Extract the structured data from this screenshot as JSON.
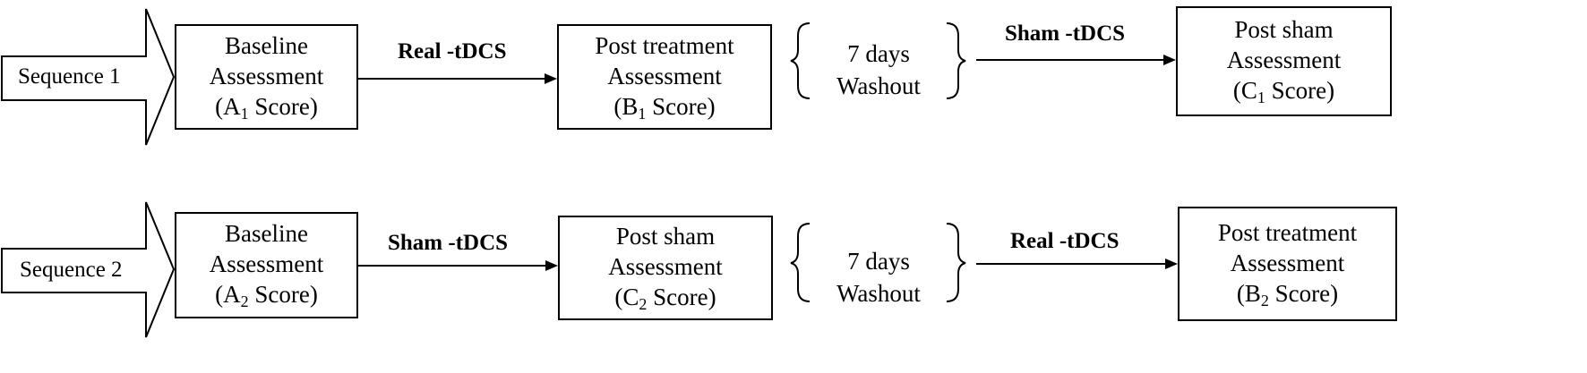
{
  "sequences": [
    {
      "label": "Sequence 1",
      "baseline": {
        "line1": "Baseline",
        "line2": "Assessment",
        "score_prefix": "(A",
        "score_sub": "1",
        "score_suffix": " Score)"
      },
      "first_arrow_label": "Real -tDCS",
      "middle": {
        "line1": "Post treatment",
        "line2": "Assessment",
        "score_prefix": "(B",
        "score_sub": "1",
        "score_suffix": " Score)"
      },
      "washout": {
        "line1": "7 days",
        "line2": "Washout"
      },
      "second_arrow_label": "Sham -tDCS",
      "final": {
        "line1": "Post sham",
        "line2": "Assessment",
        "score_prefix": "(C",
        "score_sub": "1",
        "score_suffix": " Score)"
      }
    },
    {
      "label": "Sequence 2",
      "baseline": {
        "line1": "Baseline",
        "line2": "Assessment",
        "score_prefix": "(A",
        "score_sub": "2",
        "score_suffix": " Score)"
      },
      "first_arrow_label": "Sham -tDCS",
      "middle": {
        "line1": "Post sham",
        "line2": "Assessment",
        "score_prefix": "(C",
        "score_sub": "2",
        "score_suffix": " Score)"
      },
      "washout": {
        "line1": "7 days",
        "line2": "Washout"
      },
      "second_arrow_label": "Real -tDCS",
      "final": {
        "line1": "Post treatment",
        "line2": "Assessment",
        "score_prefix": "(B",
        "score_sub": "2",
        "score_suffix": " Score)"
      }
    }
  ]
}
